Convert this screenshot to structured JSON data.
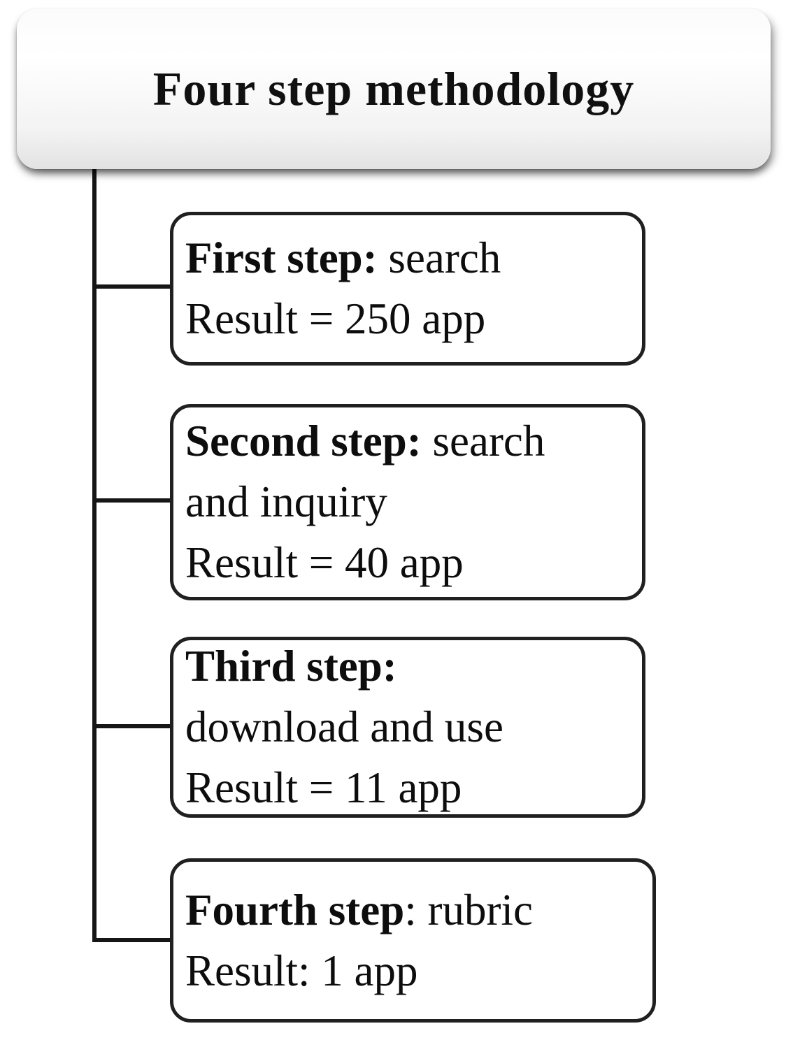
{
  "diagram": {
    "title": "Four step methodology",
    "steps": [
      {
        "id": "first-step",
        "lines": [
          {
            "bold": "First step:",
            "text": " search"
          },
          {
            "bold": "",
            "text": "Result = 250 app"
          }
        ]
      },
      {
        "id": "second-step",
        "lines": [
          {
            "bold": "Second step:",
            "text": " search"
          },
          {
            "bold": "",
            "text": "and inquiry"
          },
          {
            "bold": "",
            "text": "Result = 40 app"
          }
        ]
      },
      {
        "id": "third-step",
        "lines": [
          {
            "bold": "Third step:",
            "text": ""
          },
          {
            "bold": "",
            "text": "download and use"
          },
          {
            "bold": "",
            "text": "Result = 11 app"
          }
        ]
      },
      {
        "id": "fourth-step",
        "lines": [
          {
            "bold": "Fourth step",
            "text": ": rubric"
          },
          {
            "bold": "",
            "text": "Result: 1 app"
          }
        ]
      }
    ],
    "colors": {
      "line": "#161616",
      "box_border": "#202020",
      "text": "#0d0d0d",
      "background": "#ffffff"
    }
  }
}
